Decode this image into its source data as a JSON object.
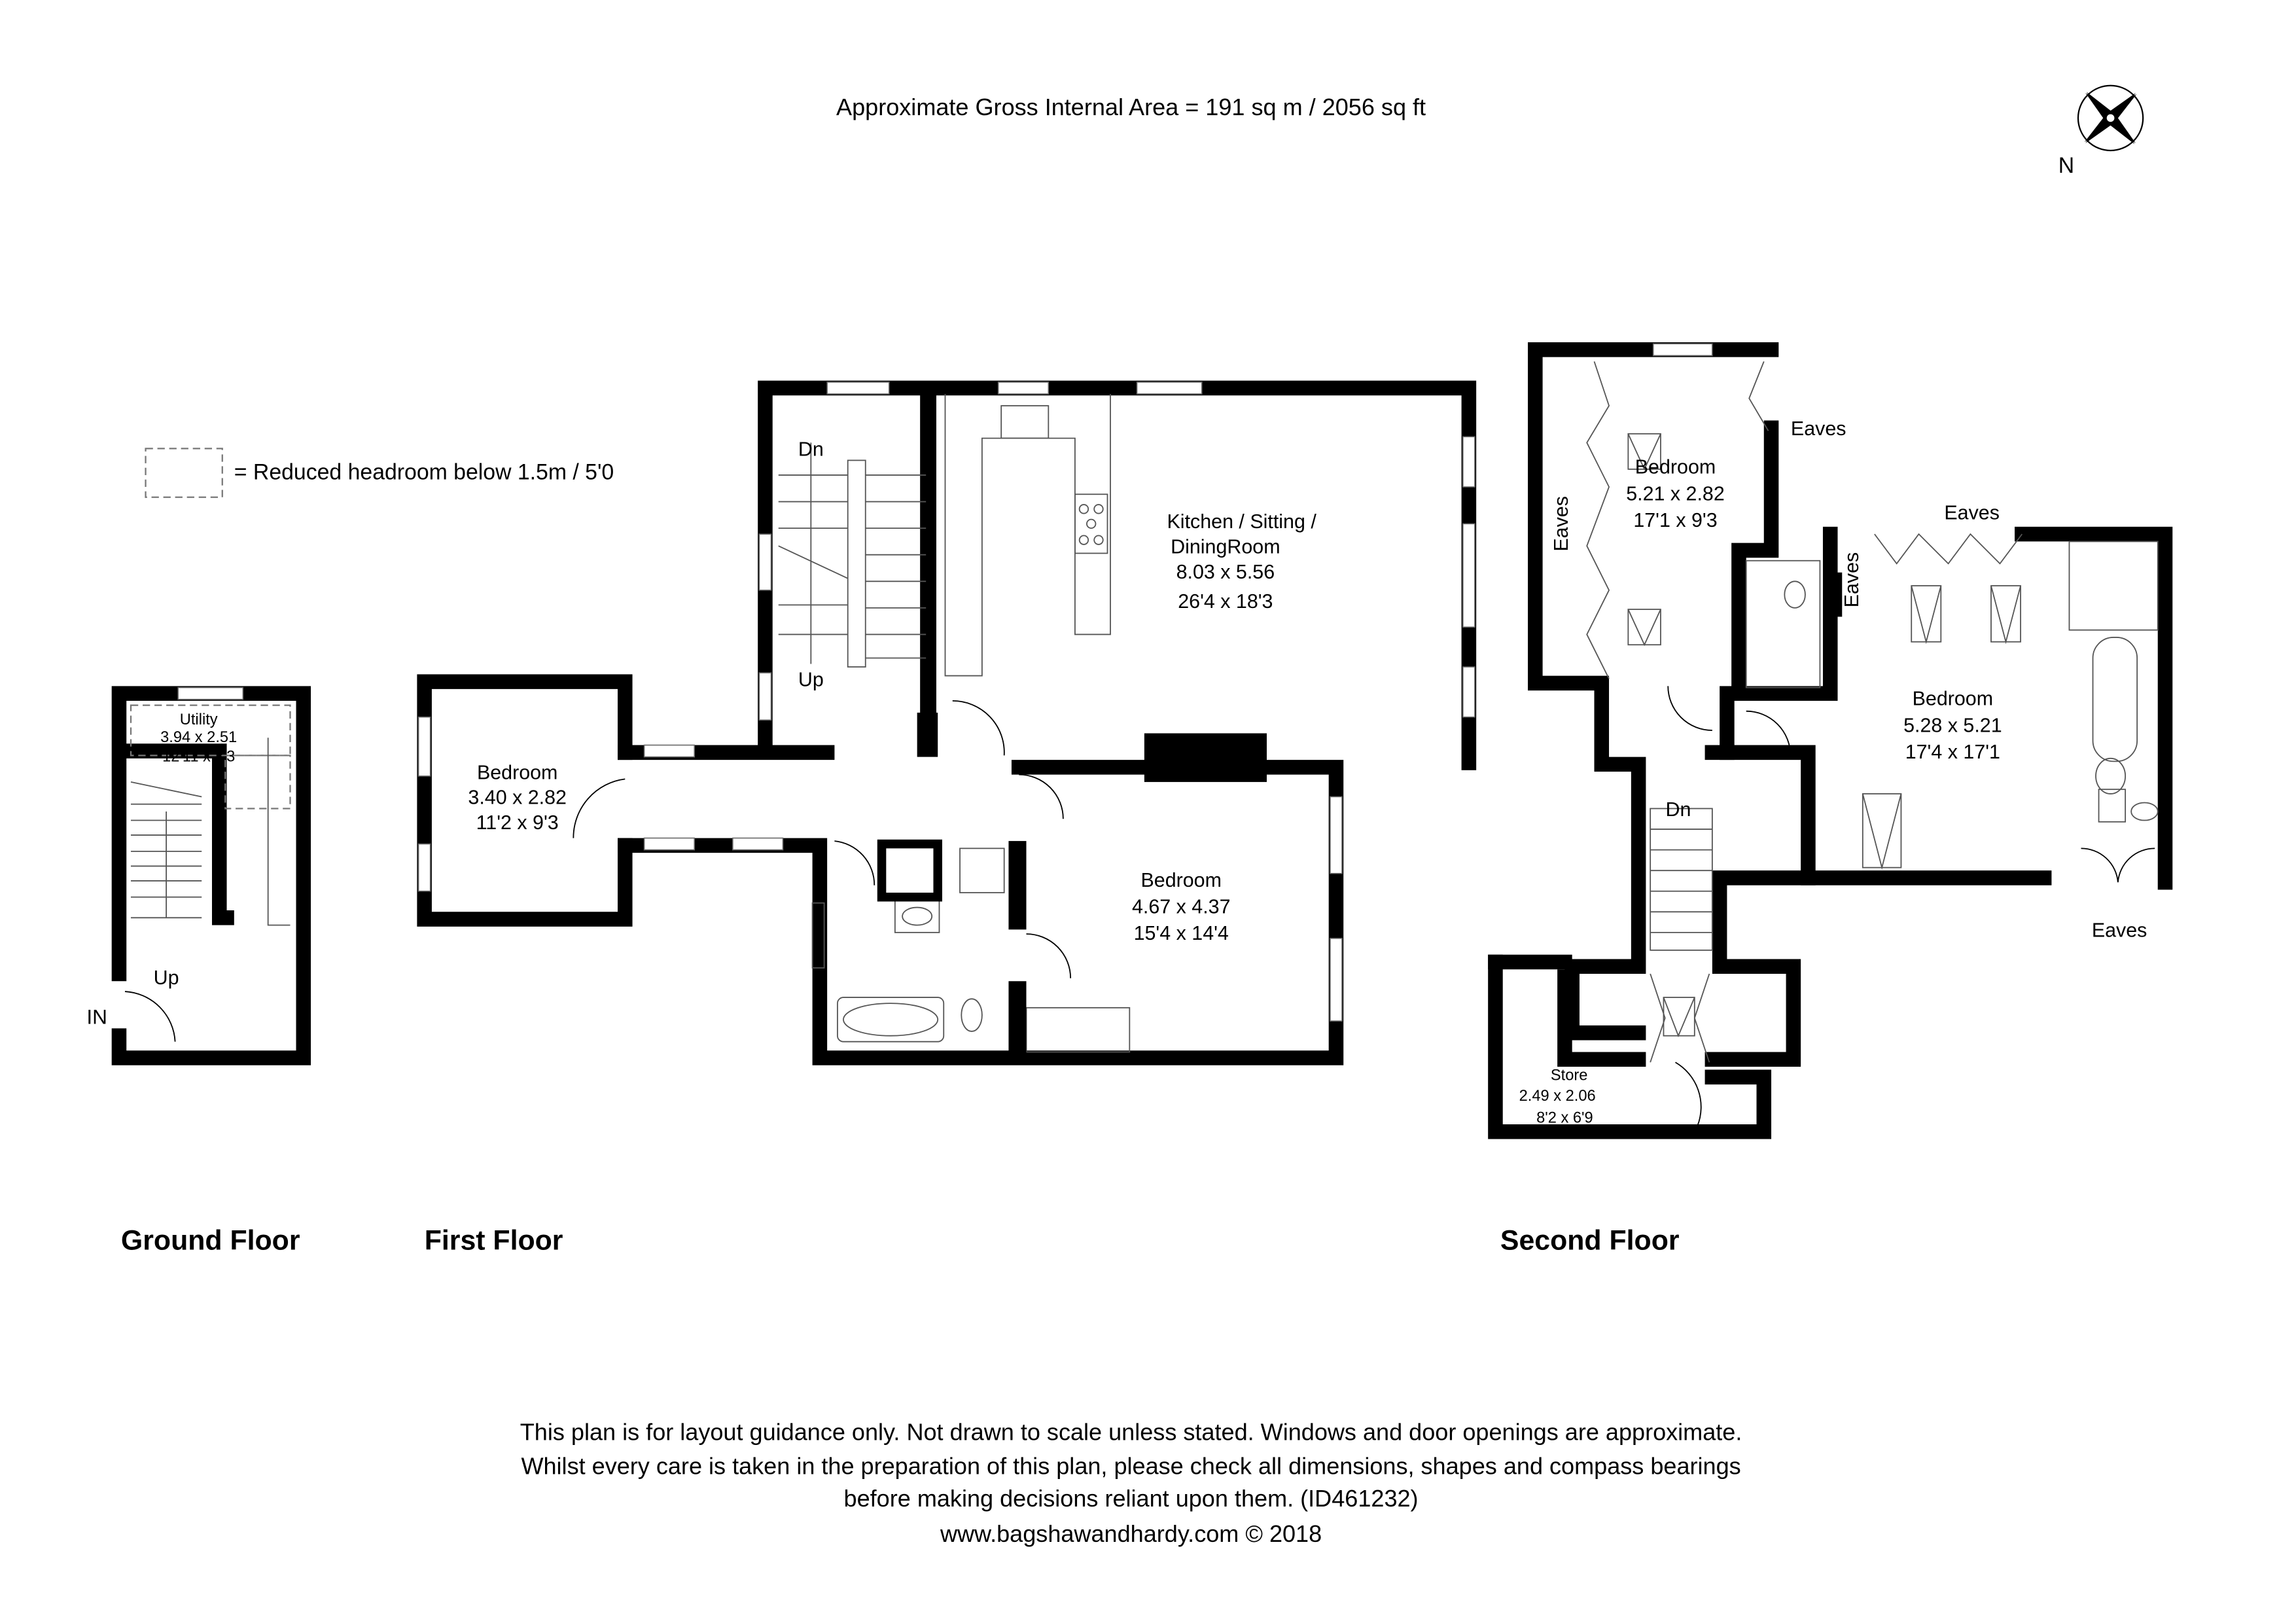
{
  "header": {
    "area": "Approximate Gross Internal Area = 191 sq m / 2056 sq ft"
  },
  "compass": {
    "label": "N",
    "icon": "compass-rose-icon"
  },
  "legend": {
    "text": "= Reduced headroom below 1.5m / 5'0"
  },
  "ground_floor": {
    "title": "Ground Floor",
    "utility": {
      "name": "Utility",
      "metric": "3.94 x 2.51",
      "imperial": "12'11 x 8'3"
    },
    "up": "Up",
    "entrance": "IN"
  },
  "first_floor": {
    "title": "First Floor",
    "bedroom1": {
      "name": "Bedroom",
      "metric": "3.40 x 2.82",
      "imperial": "11'2 x 9'3"
    },
    "kitchen": {
      "name_line1": "Kitchen / Sitting /",
      "name_line2": "DiningRoom",
      "metric": "8.03 x 5.56",
      "imperial": "26'4 x 18'3"
    },
    "bedroom2": {
      "name": "Bedroom",
      "metric": "4.67 x 4.37",
      "imperial": "15'4 x 14'4"
    },
    "dn": "Dn",
    "up": "Up"
  },
  "second_floor": {
    "title": "Second Floor",
    "bedroom1": {
      "name": "Bedroom",
      "metric": "5.21 x 2.82",
      "imperial": "17'1 x 9'3"
    },
    "bedroom2": {
      "name": "Bedroom",
      "metric": "5.28 x 5.21",
      "imperial": "17'4 x 17'1"
    },
    "store": {
      "name": "Store",
      "metric": "2.49 x 2.06",
      "imperial": "8'2 x 6'9"
    },
    "dn": "Dn",
    "eaves": [
      "Eaves",
      "Eaves",
      "Eaves",
      "Eaves",
      "Eaves"
    ]
  },
  "footer": {
    "line1": "This plan is for layout guidance only. Not drawn to scale unless stated. Windows and door openings are approximate.",
    "line2": "Whilst every care is taken in the preparation of this plan, please check all dimensions, shapes and compass bearings",
    "line3": "before making decisions reliant upon them. (ID461232)",
    "line4": "www.bagshawandhardy.com © 2018"
  }
}
